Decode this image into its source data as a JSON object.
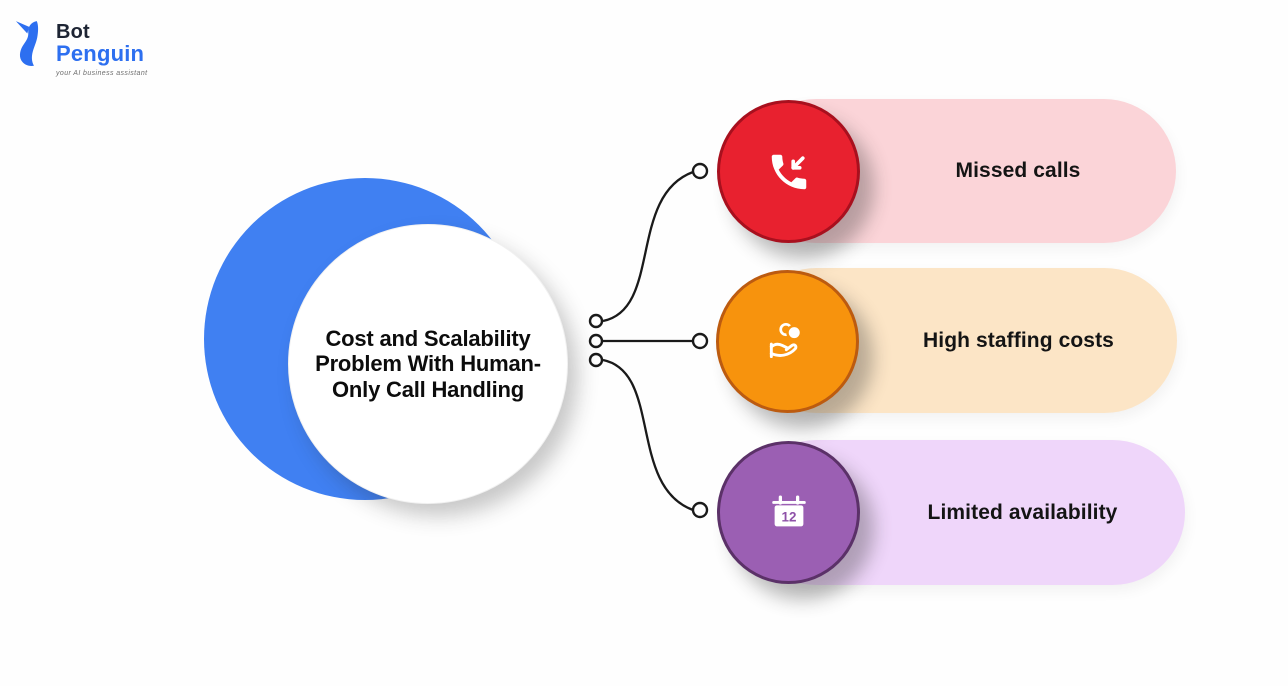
{
  "logo": {
    "icon": "penguin-icon",
    "bot": "Bot",
    "penguin": "Penguin",
    "tagline": "your AI business assistant"
  },
  "center": {
    "title": "Cost and Scalability Problem With Human-Only Call Handling"
  },
  "items": [
    {
      "label": "Missed calls",
      "icon": "missed-call-icon",
      "circle_color": "#E8212F",
      "circle_border": "#A8101E",
      "pill_color": "#FBD4D8"
    },
    {
      "label": "High staffing costs",
      "icon": "hand-coins-icon",
      "circle_color": "#F7930D",
      "circle_border": "#BC5B10",
      "pill_color": "#FCE5C6"
    },
    {
      "label": "Limited availability",
      "icon": "calendar-icon",
      "icon_text": "12",
      "circle_color": "#9B5FB3",
      "circle_border": "#5B3168",
      "pill_color": "#EFD6FA"
    }
  ],
  "colors": {
    "background": "#FEFEFE",
    "center_blue": "#4080F2",
    "logo_blue": "#2D6FF0",
    "logo_dark": "#1D2433",
    "connector": "#1A1A1A",
    "text_dark": "#0C0C0C"
  }
}
